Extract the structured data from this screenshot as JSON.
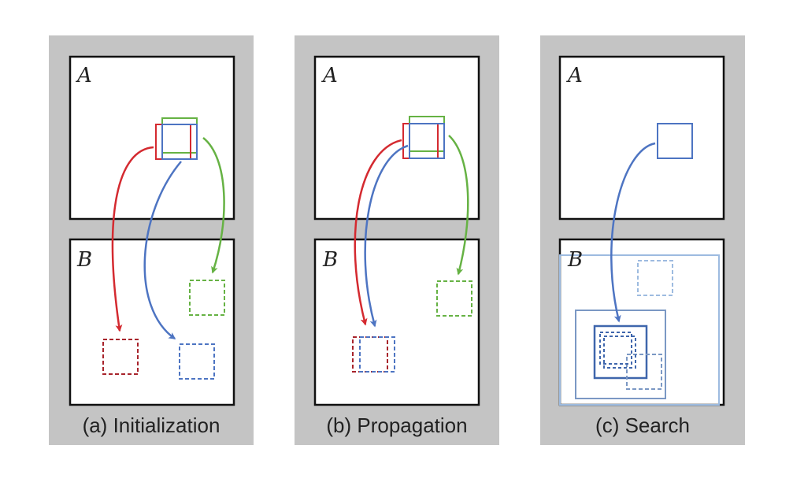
{
  "colors": {
    "panel_bg": "#c4c4c4",
    "image_bg": "#ffffff",
    "image_border": "#111111",
    "red": "#d42a30",
    "blue": "#4d74c2",
    "green": "#66b244",
    "search_light": "#9dbbe0",
    "search_mid": "#7b98c4",
    "search_dark": "#3f66ac"
  },
  "panels": [
    {
      "caption": "(a) Initialization",
      "image_a_label": "A",
      "image_b_label": "B"
    },
    {
      "caption": "(b) Propagation",
      "image_a_label": "A",
      "image_b_label": "B"
    },
    {
      "caption": "(c) Search",
      "image_a_label": "A",
      "image_b_label": "B"
    }
  ]
}
